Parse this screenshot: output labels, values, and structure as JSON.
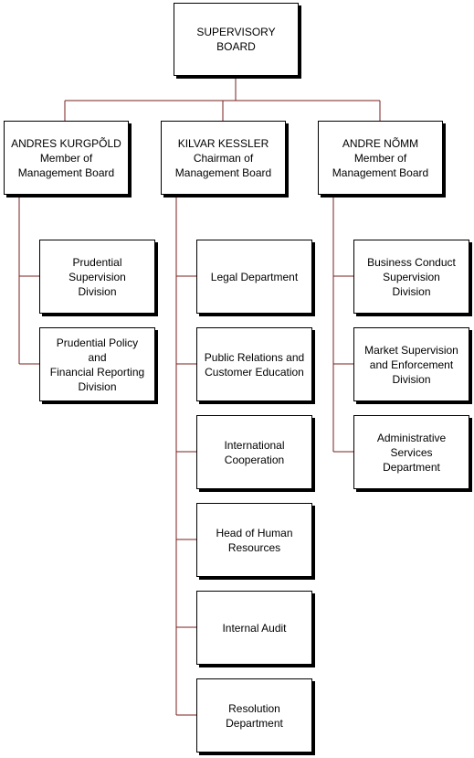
{
  "chart": {
    "line_color": "#7a1f1f",
    "supervisory_board": "SUPERVISORY\nBOARD",
    "heads": [
      {
        "name": "ANDRES KURGPÕLD",
        "role": "Member of\nManagement Board"
      },
      {
        "name": "KILVAR KESSLER",
        "role": "Chairman of\nManagement Board"
      },
      {
        "name": "ANDRE NÕMM",
        "role": "Member of\nManagement Board"
      }
    ],
    "left_units": [
      "Prudential\nSupervision\nDivision",
      "Prudential Policy\nand\nFinancial Reporting\nDivision"
    ],
    "center_units": [
      "Legal Department",
      "Public Relations and\nCustomer Education",
      "International\nCooperation",
      "Head of Human\nResources",
      "Internal Audit",
      "Resolution\nDepartment"
    ],
    "right_units": [
      "Business Conduct\nSupervision\nDivision",
      "Market Supervision\nand Enforcement\nDivision",
      "Administrative\nServices\nDepartment"
    ]
  }
}
